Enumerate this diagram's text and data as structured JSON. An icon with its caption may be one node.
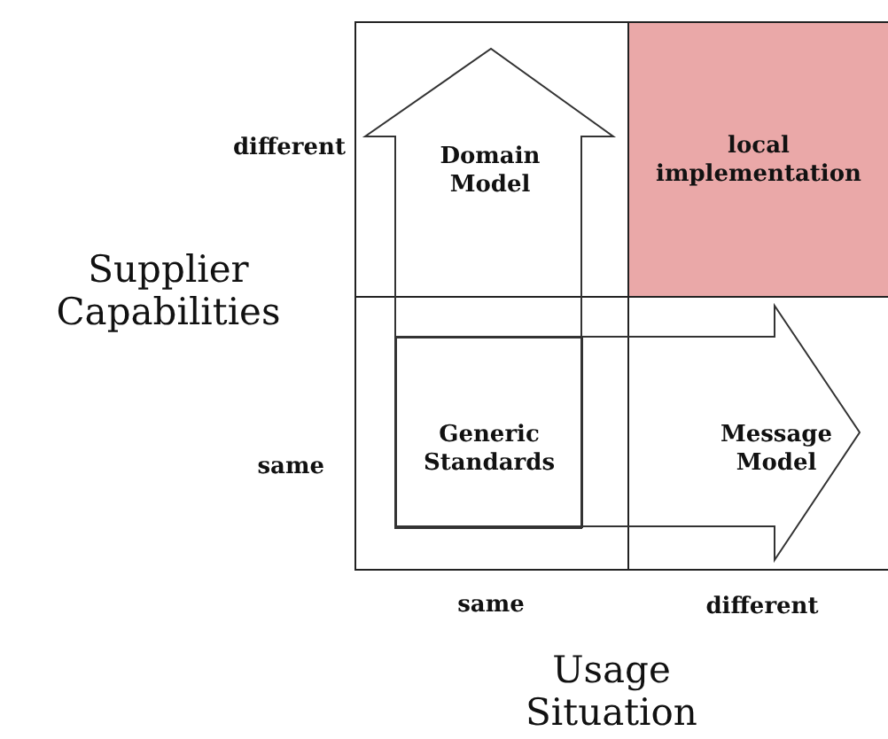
{
  "diagram": {
    "nodes": [
      {
        "text": [
          "Domain Model"
        ]
      },
      {
        "text": [
          "local implementation"
        ]
      },
      {
        "text": [
          "Generic Standards"
        ]
      },
      {
        "text": [
          "Message Model"
        ]
      }
    ],
    "labels": [
      "different",
      "Supplier Capabilities",
      "same",
      "same",
      "different",
      "Usage Situation"
    ]
  }
}
